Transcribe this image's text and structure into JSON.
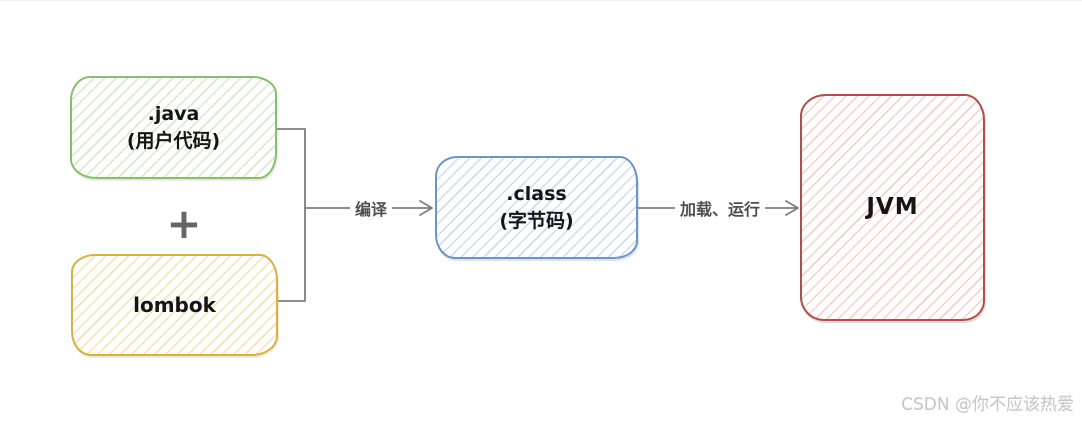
{
  "diagram": {
    "nodes": {
      "java": {
        "line1": ".java",
        "line2": "(用户代码)",
        "border_color": "#8bbd6e"
      },
      "lombok": {
        "label": "lombok",
        "border_color": "#d5b04c"
      },
      "class": {
        "line1": ".class",
        "line2": "(字节码)",
        "border_color": "#6f93c6"
      },
      "jvm": {
        "label": "JVM",
        "border_color": "#ad4f4a"
      }
    },
    "operator_plus": "+",
    "edges": [
      {
        "label": "编译"
      },
      {
        "label": "加载、运行"
      }
    ],
    "connector_color": "#7e7e7e"
  },
  "watermark": "CSDN @你不应该热爱"
}
